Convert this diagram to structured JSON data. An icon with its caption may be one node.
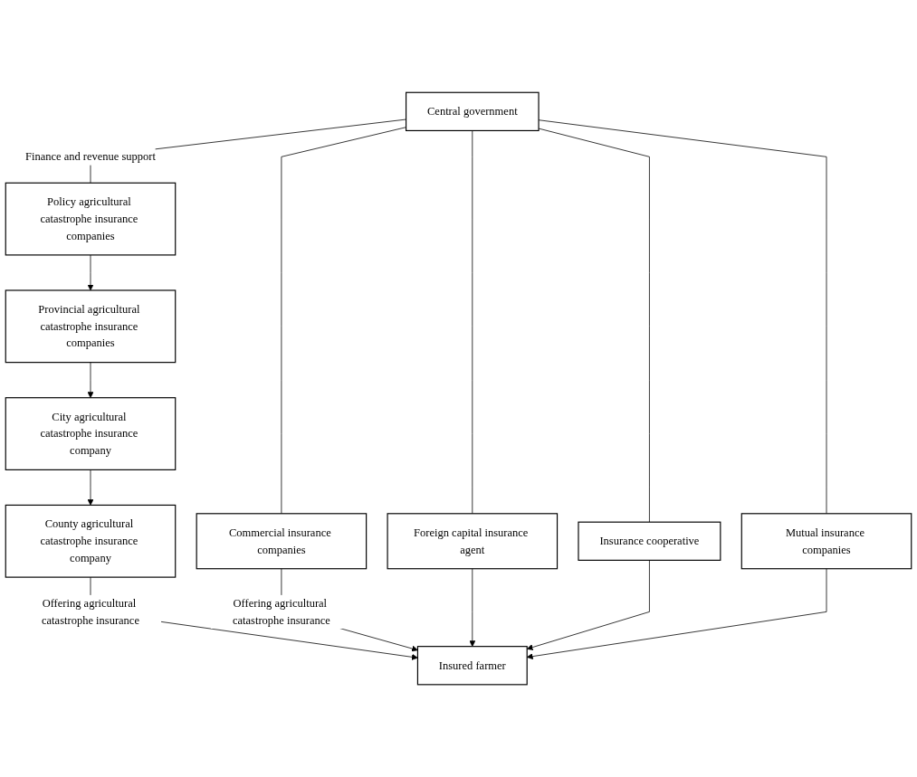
{
  "diagram": {
    "nodes": [
      {
        "text": [
          "Central government"
        ]
      },
      {
        "text": [
          "Policy agricultural catastrophe insurance companies"
        ]
      },
      {
        "text": [
          "Provincial agricultural catastrophe insurance companies"
        ]
      },
      {
        "text": [
          "City agricultural catastrophe insurance company"
        ]
      },
      {
        "text": [
          "County agricultural catastrophe insurance company"
        ]
      },
      {
        "text": [
          "Commercial insurance companies"
        ]
      },
      {
        "text": [
          "Foreign capital insurance agent"
        ]
      },
      {
        "text": [
          "Insurance cooperative"
        ]
      },
      {
        "text": [
          "Mutual insurance companies"
        ]
      },
      {
        "text": [
          "Insured farmer"
        ]
      }
    ],
    "edges": [
      {
        "from": 0,
        "to": 1,
        "arrow": "none",
        "label": "Finance and revenue support"
      },
      {
        "from": 0,
        "to": 5,
        "arrow": "none"
      },
      {
        "from": 0,
        "to": 6,
        "arrow": "none"
      },
      {
        "from": 0,
        "to": 7,
        "arrow": "none"
      },
      {
        "from": 0,
        "to": 8,
        "arrow": "none"
      },
      {
        "from": 1,
        "to": 2,
        "arrow": "to"
      },
      {
        "from": 2,
        "to": 3,
        "arrow": "to"
      },
      {
        "from": 3,
        "to": 4,
        "arrow": "to"
      },
      {
        "from": 4,
        "to": 9,
        "arrow": "to",
        "label": "Offering agricultural catastrophe insurance"
      },
      {
        "from": 5,
        "to": 9,
        "arrow": "to",
        "label": "Offering agricultural catastrophe insurance"
      },
      {
        "from": 6,
        "to": 9,
        "arrow": "to"
      },
      {
        "from": 7,
        "to": 9,
        "arrow": "to"
      },
      {
        "from": 8,
        "to": 9,
        "arrow": "to"
      }
    ]
  }
}
